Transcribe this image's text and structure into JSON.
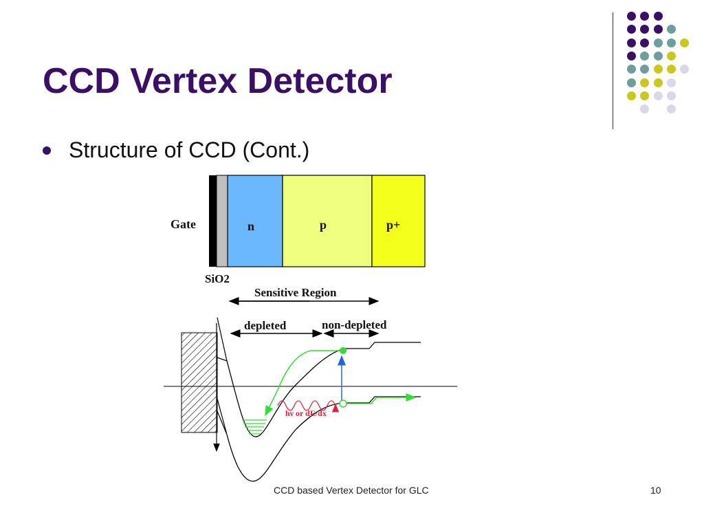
{
  "slide": {
    "title": "CCD Vertex Detector",
    "bullet": "Structure of CCD (Cont.)",
    "footer_text": "CCD based Vertex Detector for GLC",
    "page_number": "10"
  },
  "diagram": {
    "gate_label": "Gate",
    "sio2_label": "SiO2",
    "n_label": "n",
    "p_label": "p",
    "pplus_label": "p+",
    "sensitive_label": "Sensitive Region",
    "depleted_label": "depleted",
    "nondepleted_label": "non-depleted",
    "photon_label": "hν or dE/dx"
  },
  "colors": {
    "title": "#3a1066",
    "n_region": "#6bb8ff",
    "p_region": "#eeff80",
    "pplus_region": "#f2ff1a",
    "electron_path": "#33dd33",
    "photon": "#e02040",
    "transition_arrow": "#2266dd",
    "dot_purple": "#3a1066",
    "dot_teal": "#6b9e9c",
    "dot_yellow": "#c8c81e",
    "dot_lavender": "#d8d8ea"
  },
  "decor_dots": [
    [
      "purple",
      "purple",
      "purple",
      "none",
      "none"
    ],
    [
      "purple",
      "purple",
      "purple",
      "teal",
      "none"
    ],
    [
      "purple",
      "purple",
      "teal",
      "teal",
      "yellow"
    ],
    [
      "purple",
      "teal",
      "teal",
      "yellow",
      "none"
    ],
    [
      "teal",
      "teal",
      "yellow",
      "yellow",
      "lavender"
    ],
    [
      "teal",
      "yellow",
      "yellow",
      "lavender",
      "none"
    ],
    [
      "yellow",
      "yellow",
      "lavender",
      "lavender",
      "none"
    ],
    [
      "none",
      "lavender",
      "none",
      "lavender",
      "none"
    ]
  ]
}
